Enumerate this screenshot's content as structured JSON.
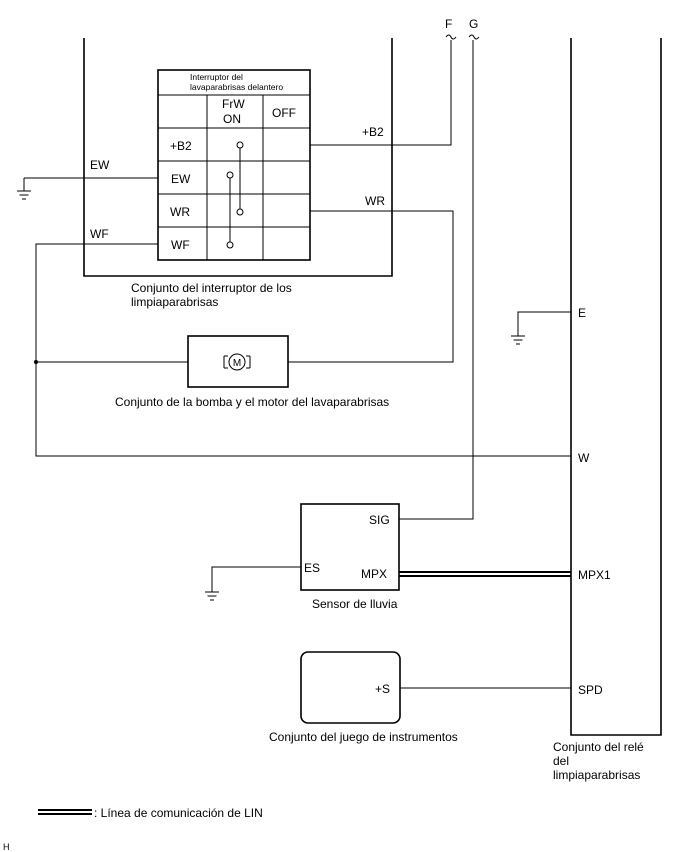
{
  "connectors": {
    "f": "F",
    "g": "G"
  },
  "switch_table": {
    "title_line1": "Interruptor del",
    "title_line2": "lavaparabrisas delantero",
    "col_frw_line1": "FrW",
    "col_frw_line2": "ON",
    "col_off": "OFF",
    "rows": [
      "+B2",
      "EW",
      "WR",
      "WF"
    ]
  },
  "wires": {
    "ew": "EW",
    "wf": "WF",
    "b2": "+B2",
    "wr": "WR"
  },
  "components": {
    "wiper_switch_line1": "Conjunto del interruptor de los",
    "wiper_switch_line2": "limpiaparabrisas",
    "washer_motor": "Conjunto de la bomba y el motor del lavaparabrisas",
    "motor_symbol": "M",
    "rain_sensor": "Sensor de lluvia",
    "cluster": "Conjunto del juego de instrumentos",
    "relay_line1": "Conjunto del relé",
    "relay_line2": "del",
    "relay_line3": "limpiaparabrisas"
  },
  "pins": {
    "relay_e": "E",
    "relay_w": "W",
    "relay_mpx1": "MPX1",
    "relay_spd": "SPD",
    "sensor_sig": "SIG",
    "sensor_es": "ES",
    "sensor_mpx": "MPX",
    "cluster_s": "+S"
  },
  "legend": {
    "lin": ": Línea de comunicación de LIN"
  },
  "corner_mark": "H"
}
